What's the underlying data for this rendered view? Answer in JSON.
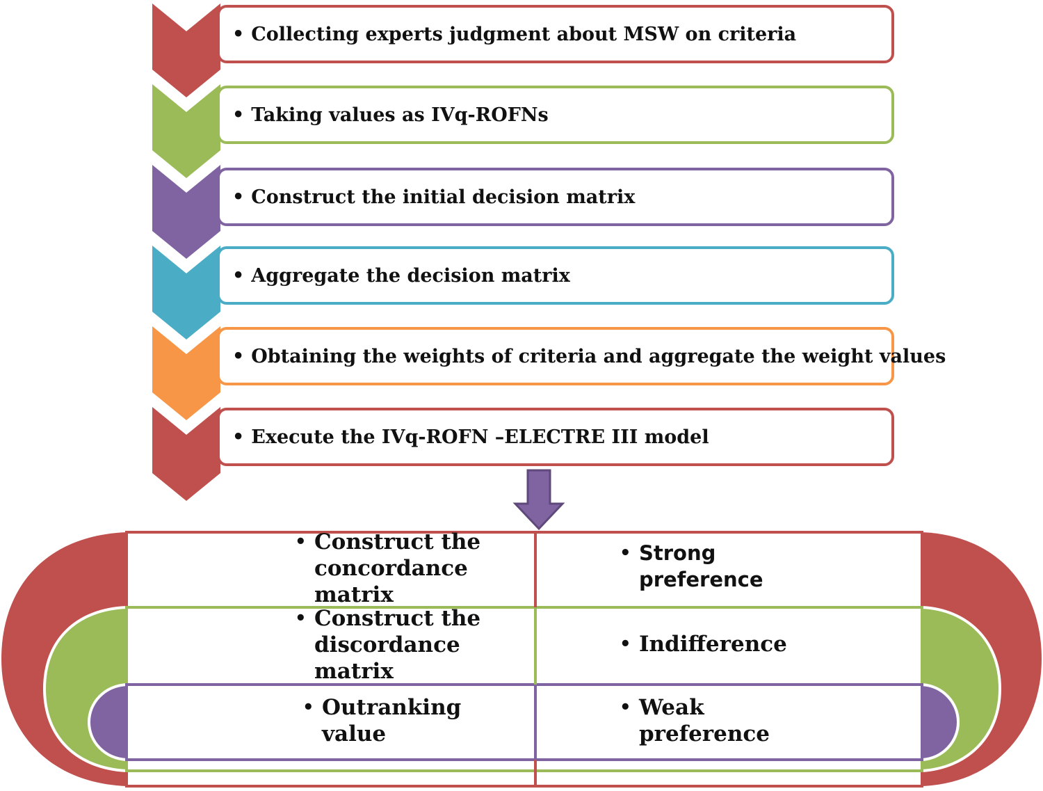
{
  "steps": [
    {
      "text": "Collecting experts judgment about MSW on criteria",
      "color": "#c0504d"
    },
    {
      "text": "Taking values as IVq-ROFNs",
      "color": "#9bbb59"
    },
    {
      "text": "Construct the initial decision matrix",
      "color": "#8064a2"
    },
    {
      "text": "Aggregate the decision matrix",
      "color": "#4bacc6"
    },
    {
      "text": "Obtaining the weights of criteria and aggregate the weight values",
      "color": "#f79646"
    },
    {
      "text": "Execute the IVq-ROFN –ELECTRE III model",
      "color": "#c0504d"
    }
  ],
  "bullet": "•",
  "arrow_color": "#8064a2",
  "rings": {
    "outer_color": "#c0504d",
    "middle_color": "#9bbb59",
    "inner_color": "#8064a2"
  },
  "left_column": [
    [
      "Construct the",
      "concordance",
      "matrix"
    ],
    [
      "Construct the",
      "discordance",
      "matrix"
    ],
    [
      "Outranking",
      "value"
    ]
  ],
  "right_column": [
    [
      "Strong",
      "preference"
    ],
    [
      "Indifference"
    ],
    [
      "Weak",
      "preference"
    ]
  ]
}
